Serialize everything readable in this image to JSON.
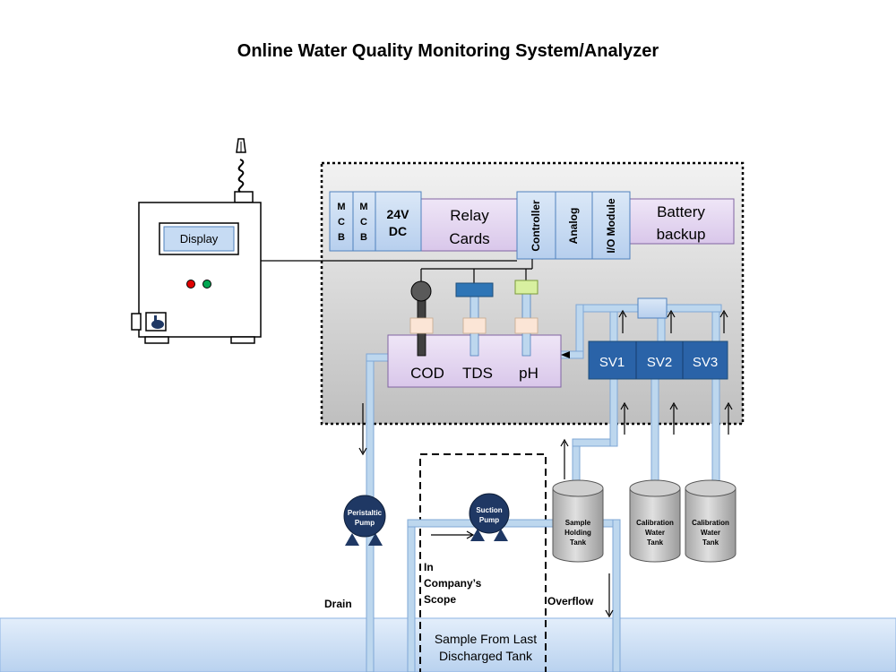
{
  "title": "Online Water Quality Monitoring System/Analyzer",
  "display_unit": {
    "screen": "Display"
  },
  "panel": {
    "mcb1": [
      "M",
      "C",
      "B"
    ],
    "mcb2": [
      "M",
      "C",
      "B"
    ],
    "dc": [
      "24V",
      "DC"
    ],
    "relay": [
      "Relay",
      "Cards"
    ],
    "controller": "Controller",
    "analog": "Analog",
    "io": "I/O Module",
    "battery": [
      "Battery",
      "backup"
    ]
  },
  "sensors": {
    "cod": "COD",
    "tds": "TDS",
    "ph": "pH"
  },
  "valves": {
    "sv1": "SV1",
    "sv2": "SV2",
    "sv3": "SV3"
  },
  "pumps": {
    "peristaltic": [
      "Peristaltic",
      "Pump"
    ],
    "suction": [
      "Suction",
      "Pump"
    ]
  },
  "tanks": {
    "sample": [
      "Sample",
      "Holding",
      "Tank"
    ],
    "cal1": [
      "Calibration",
      "Water",
      "Tank"
    ],
    "cal2": [
      "Calibration",
      "Water",
      "Tank"
    ]
  },
  "labels": {
    "scope": [
      "In",
      "Company’s",
      "Scope"
    ],
    "drain": "Drain",
    "overflow": "Overflow",
    "source": [
      "Sample From Last",
      "Discharged Tank"
    ]
  },
  "colors": {
    "panel_fill": "#d9d9d9",
    "lavender": "#e6d9f2",
    "light_blue": "#c6dbf3",
    "valve_blue": "#1f5fa6",
    "pump_navy": "#1f3864",
    "pipe_blue": "#bdd7ee",
    "water_blue": "#cfe0f5",
    "tank_gray": "#bfbfbf"
  }
}
